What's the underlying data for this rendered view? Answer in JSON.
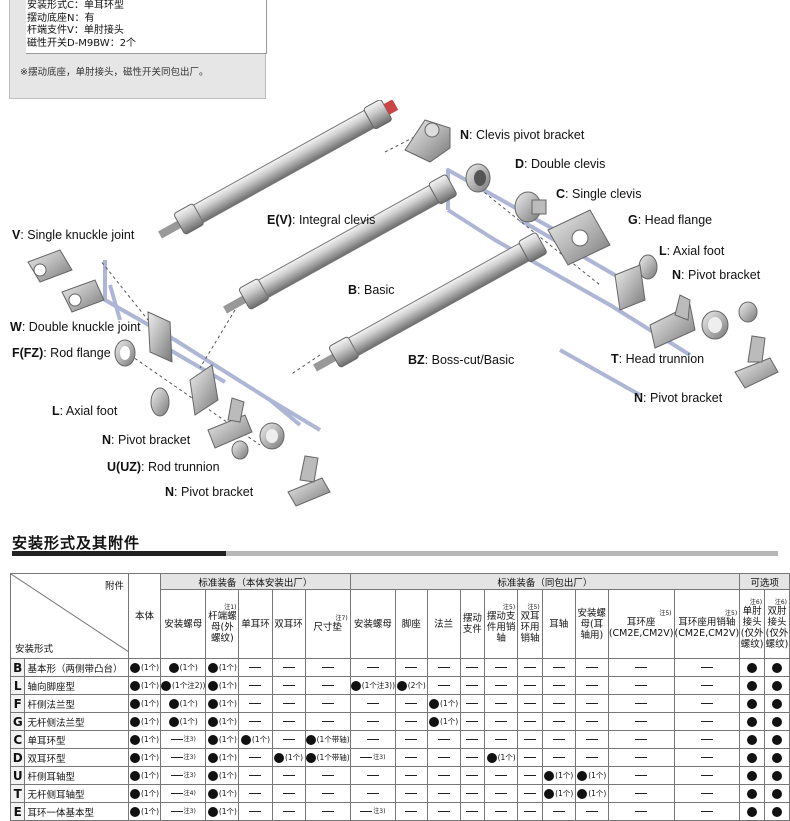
{
  "info": {
    "lines": [
      "安装形式C：单耳环型",
      "摆动底座N：有",
      "杆端支件V：单肘接头",
      "磁性开关D-M9BW：2个"
    ],
    "note": "※摆动底座，单肘接头，磁性开关同包出厂。"
  },
  "diagram": {
    "labels": {
      "N1": {
        "code": "N",
        "text": ": Clevis pivot bracket"
      },
      "D": {
        "code": "D",
        "text": ": Double clevis"
      },
      "C": {
        "code": "C",
        "text": ": Single clevis"
      },
      "G": {
        "code": "G",
        "text": ": Head flange"
      },
      "L1": {
        "code": "L",
        "text": ": Axial foot"
      },
      "N2": {
        "code": "N",
        "text": ": Pivot bracket"
      },
      "T": {
        "code": "T",
        "text": ": Head trunnion"
      },
      "N3": {
        "code": "N",
        "text": ": Pivot bracket"
      },
      "EV": {
        "code": "E(V)",
        "text": ": Integral clevis"
      },
      "B": {
        "code": "B",
        "text": ": Basic"
      },
      "BZ": {
        "code": "BZ",
        "text": ": Boss-cut/Basic"
      },
      "V": {
        "code": "V",
        "text": ": Single knuckle joint"
      },
      "W": {
        "code": "W",
        "text": ": Double knuckle joint"
      },
      "F": {
        "code": "F(FZ)",
        "text": ": Rod flange"
      },
      "L2": {
        "code": "L",
        "text": ": Axial foot"
      },
      "N4": {
        "code": "N",
        "text": ": Pivot bracket"
      },
      "U": {
        "code": "U(UZ)",
        "text": ": Rod trunnion"
      },
      "N5": {
        "code": "N",
        "text": ": Pivot bracket"
      }
    }
  },
  "section": {
    "title": "安装形式及其附件"
  },
  "table": {
    "corner_top": "附件",
    "corner_bottom": "安装形式",
    "body_label": "本体",
    "groups": [
      "标准装备（本体安装出厂）",
      "标准装备（同包出厂）",
      "可选项"
    ],
    "columns": [
      {
        "label": "安装螺母",
        "note": ""
      },
      {
        "label": "杆端螺母(外螺纹)",
        "note": "注1)"
      },
      {
        "label": "单耳环",
        "note": ""
      },
      {
        "label": "双耳环",
        "note": ""
      },
      {
        "label": "尺寸垫",
        "note": "注7)"
      },
      {
        "label": "安装螺母",
        "note": ""
      },
      {
        "label": "脚座",
        "note": ""
      },
      {
        "label": "法兰",
        "note": ""
      },
      {
        "label": "摆动支件",
        "note": ""
      },
      {
        "label": "摆动支件用销轴",
        "note": "注5)"
      },
      {
        "label": "双耳环用销轴",
        "note": "注5)"
      },
      {
        "label": "耳轴",
        "note": ""
      },
      {
        "label": "安装螺母(耳轴用)",
        "note": ""
      },
      {
        "label": "耳环座(CM2E,CM2V)",
        "note": "注5)"
      },
      {
        "label": "耳环座用销轴(CM2E,CM2V)",
        "note": "注5)"
      },
      {
        "label": "单肘接头(仅外螺纹)",
        "note": "注6)"
      },
      {
        "label": "双肘接头(仅外螺纹)",
        "note": "注6)"
      }
    ],
    "rows": [
      {
        "code": "B",
        "name": "基本形（两侧带凸台）",
        "cells": [
          "d:1个",
          "d:1个",
          "d:1个",
          "-",
          "-",
          "-",
          "-",
          "-",
          "-",
          "-",
          "-",
          "-",
          "-",
          "-",
          "-",
          "-",
          "D",
          "D"
        ]
      },
      {
        "code": "L",
        "name": "轴向脚座型",
        "cells": [
          "d:1个",
          "d:1个注2)",
          "d:1个",
          "-",
          "-",
          "-",
          "d:1个注3)",
          "d:2个",
          "-",
          "-",
          "-",
          "-",
          "-",
          "-",
          "-",
          "-",
          "D",
          "D"
        ]
      },
      {
        "code": "F",
        "name": "杆侧法兰型",
        "cells": [
          "d:1个",
          "d:1个",
          "d:1个",
          "-",
          "-",
          "-",
          "-",
          "-",
          "d:1个",
          "-",
          "-",
          "-",
          "-",
          "-",
          "-",
          "-",
          "D",
          "D"
        ]
      },
      {
        "code": "G",
        "name": "无杆侧法兰型",
        "cells": [
          "d:1个",
          "d:1个",
          "d:1个",
          "-",
          "-",
          "-",
          "-",
          "-",
          "d:1个",
          "-",
          "-",
          "-",
          "-",
          "-",
          "-",
          "-",
          "D",
          "D"
        ]
      },
      {
        "code": "C",
        "name": "单耳环型",
        "cells": [
          "d:1个",
          "注3)",
          "d:1个",
          "d:1个",
          "-",
          "d:1个带轴",
          "-",
          "-",
          "-",
          "-",
          "-",
          "-",
          "-",
          "-",
          "-",
          "-",
          "D",
          "D"
        ]
      },
      {
        "code": "D",
        "name": "双耳环型",
        "cells": [
          "d:1个",
          "注3)",
          "d:1个",
          "-",
          "d:1个",
          "d:1个带轴",
          "注3)",
          "-",
          "-",
          "-",
          "d:1个",
          "-",
          "-",
          "-",
          "-",
          "-",
          "D",
          "D"
        ]
      },
      {
        "code": "U",
        "name": "杆侧耳轴型",
        "cells": [
          "d:1个",
          "注3)",
          "d:1个",
          "-",
          "-",
          "-",
          "-",
          "-",
          "-",
          "-",
          "-",
          "-",
          "d:1个",
          "d:1个",
          "-",
          "-",
          "D",
          "D"
        ]
      },
      {
        "code": "T",
        "name": "无杆侧耳轴型",
        "cells": [
          "d:1个",
          "注4)",
          "d:1个",
          "-",
          "-",
          "-",
          "-",
          "-",
          "-",
          "-",
          "-",
          "-",
          "d:1个",
          "d:1个",
          "-",
          "-",
          "D",
          "D"
        ]
      },
      {
        "code": "E",
        "name": "耳环一体基本型",
        "cells": [
          "d:1个",
          "注3)",
          "d:1个",
          "-",
          "-",
          "-",
          "注3)",
          "-",
          "-",
          "-",
          "-",
          "-",
          "-",
          "-",
          "-",
          "-",
          "D",
          "D"
        ]
      }
    ]
  }
}
